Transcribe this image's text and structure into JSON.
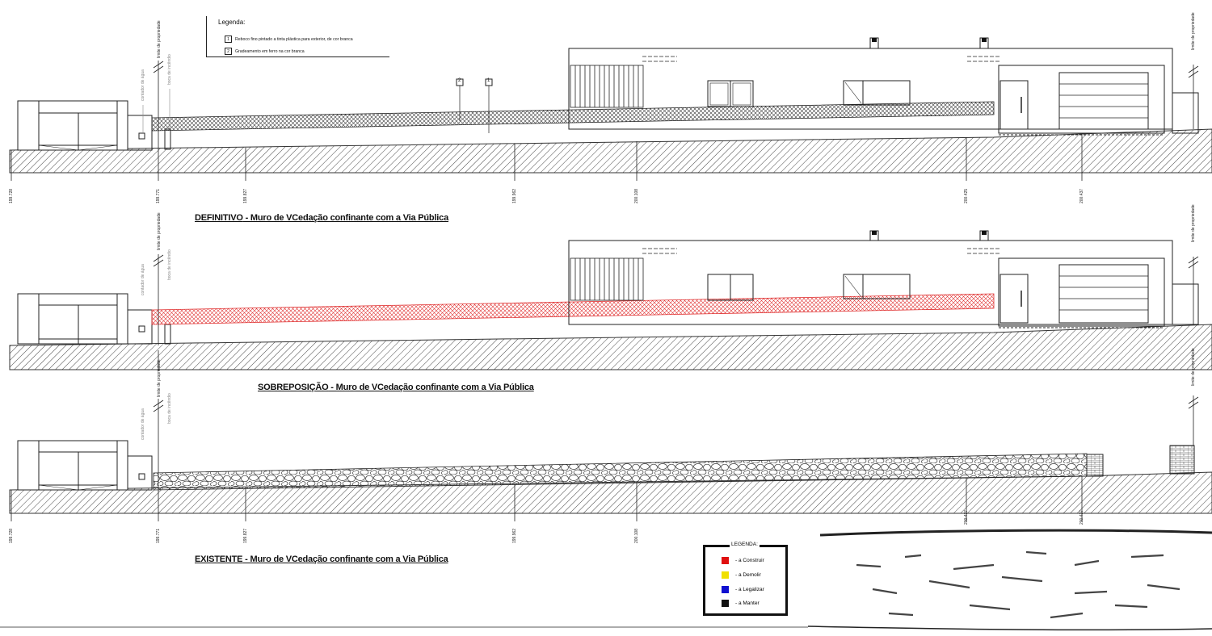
{
  "captions": {
    "definitivo_bold": "DEFINITIVO",
    "definitivo_rest": " - Muro de VCedação confinante com a Via Pública",
    "sobreposicao_bold": "SOBREPOSIÇÃO",
    "sobreposicao_rest": " - Muro de VCedação confinante com a Via Pública",
    "existente_bold": "EXISTENTE",
    "existente_rest": " - Muro de VCedação confinante com a Via Pública"
  },
  "legend_top": {
    "title": "Legenda:",
    "items": [
      {
        "num": "1",
        "text": "Reboco fino pintado a tinta plástica para exterior, de cor branca"
      },
      {
        "num": "2",
        "text": "Gradeamento em ferro na cor branca"
      }
    ]
  },
  "legend_bottom": {
    "title": "LEGENDA:",
    "items": [
      {
        "label": "- a Construir",
        "color": "#e01010"
      },
      {
        "label": "- a Demolir",
        "color": "#f0e000"
      },
      {
        "label": "- a Legalizar",
        "color": "#1010d0"
      },
      {
        "label": "- a Manter",
        "color": "#111111"
      }
    ]
  },
  "annotations": {
    "limite": "limite de propriedade",
    "contador": "contador de água",
    "boca": "boca de incêndio",
    "callout_1": "1",
    "callout_2": "2"
  },
  "levels_top": [
    "199.728",
    "199.771",
    "199.827",
    "199.962",
    "200.108",
    "200.425",
    "200.437"
  ],
  "levels_bottom": [
    "199.728",
    "199.771",
    "199.827",
    "199.962",
    "200.108",
    "200.437",
    "200.437"
  ],
  "colors": {
    "line": "#222222",
    "new_wall": "#e03030",
    "ground": "#333333"
  }
}
